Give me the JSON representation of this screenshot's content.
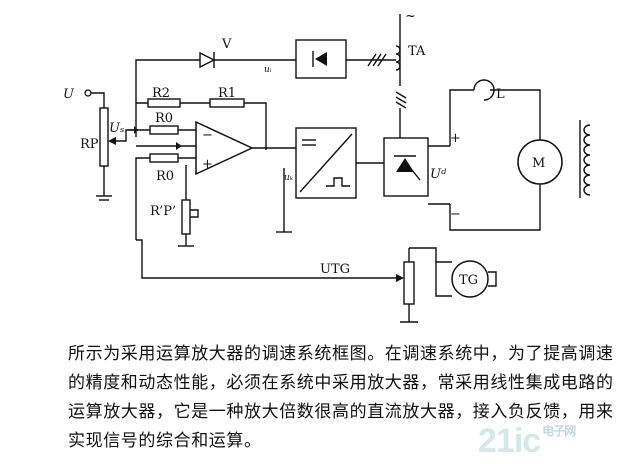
{
  "diagram": {
    "labels": {
      "U": "U",
      "Us": "Uₛ",
      "RP": "RP",
      "R2": "R2",
      "R1": "R1",
      "R0_top": "R0",
      "R0_bottom": "R0",
      "RPp": "R’P’",
      "V": "V",
      "ui": "uᵢ",
      "TA": "TA",
      "tilde": "~",
      "uk": "uₖ",
      "Ud": "Uᵈ",
      "L": "L",
      "M": "M",
      "TG": "TG",
      "UTG": "UTG",
      "plus_amp": "+",
      "minus_amp": "−",
      "plus_out": "+",
      "minus_out": "−"
    }
  },
  "caption": {
    "text": "所示为采用运算放大器的调速系统框图。在调速系统中，为了提高调速的精度和动态性能，必须在系统中采用放大器，常采用线性集成电路的运算放大器，它是一种放大倍数很高的直流放大器，接入负反馈，用来实现信号的综合和运算。"
  },
  "watermark": {
    "main": "21ic",
    "sub": "电子网"
  }
}
